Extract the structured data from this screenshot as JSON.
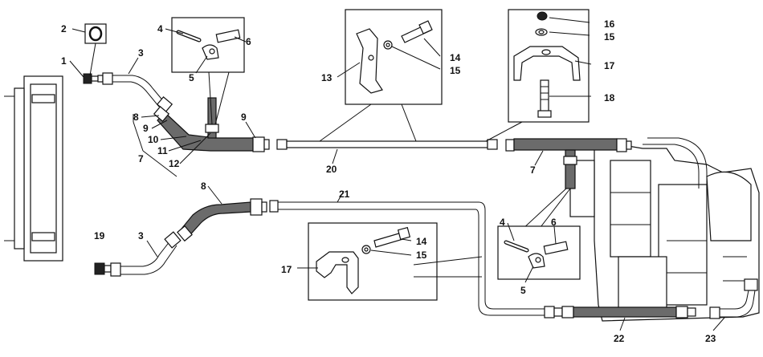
{
  "callouts": [
    {
      "id": "c2",
      "text": "2"
    },
    {
      "id": "c1",
      "text": "1"
    },
    {
      "id": "c3a",
      "text": "3"
    },
    {
      "id": "c4a",
      "text": "4"
    },
    {
      "id": "c6a",
      "text": "6"
    },
    {
      "id": "c5a",
      "text": "5"
    },
    {
      "id": "c8a",
      "text": "8"
    },
    {
      "id": "c9a",
      "text": "9"
    },
    {
      "id": "c10",
      "text": "10"
    },
    {
      "id": "c11",
      "text": "11"
    },
    {
      "id": "c12",
      "text": "12"
    },
    {
      "id": "c7a",
      "text": "7"
    },
    {
      "id": "c9b",
      "text": "9"
    },
    {
      "id": "c20",
      "text": "20"
    },
    {
      "id": "c13",
      "text": "13"
    },
    {
      "id": "c14a",
      "text": "14"
    },
    {
      "id": "c15a",
      "text": "15"
    },
    {
      "id": "c16",
      "text": "16"
    },
    {
      "id": "c15b",
      "text": "15"
    },
    {
      "id": "c17a",
      "text": "17"
    },
    {
      "id": "c18",
      "text": "18"
    },
    {
      "id": "c7b",
      "text": "7"
    },
    {
      "id": "c8b",
      "text": "8"
    },
    {
      "id": "c21",
      "text": "21"
    },
    {
      "id": "c19",
      "text": "19"
    },
    {
      "id": "c3b",
      "text": "3"
    },
    {
      "id": "c14b",
      "text": "14"
    },
    {
      "id": "c15c",
      "text": "15"
    },
    {
      "id": "c17b",
      "text": "17"
    },
    {
      "id": "c4b",
      "text": "4"
    },
    {
      "id": "c6b",
      "text": "6"
    },
    {
      "id": "c5b",
      "text": "5"
    },
    {
      "id": "c22",
      "text": "22"
    },
    {
      "id": "c23",
      "text": "23"
    }
  ]
}
